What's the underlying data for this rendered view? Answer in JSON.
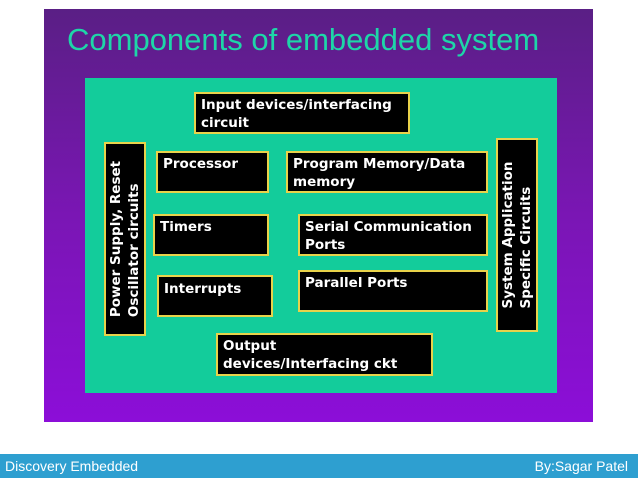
{
  "slide": {
    "title": "Components of embedded system",
    "boxes": {
      "input": "Input devices/interfacing circuit",
      "processor": "Processor",
      "program_memory": "Program Memory/Data memory",
      "timers": "Timers",
      "serial": "Serial Communication Ports",
      "interrupts": "Interrupts",
      "parallel": "Parallel Ports",
      "output": "Output devices/Interfacing ckt"
    },
    "left_vertical": {
      "line1": "Power Supply, Reset",
      "line2": "Oscillator circuits"
    },
    "right_vertical": {
      "line1": "System Application",
      "line2": "Specific Circuits"
    }
  },
  "footer": {
    "left": "Discovery Embedded",
    "right": "By:Sagar Patel"
  },
  "colors": {
    "slide_gradient_top": "#5a1f85",
    "slide_gradient_bottom": "#8c0ed8",
    "panel": "#13cc9b",
    "title": "#1ed6a8",
    "box_fill": "#000000",
    "box_border": "#e8d24a",
    "box_text": "#ffffff",
    "footer_bar": "#2e9fd0"
  }
}
